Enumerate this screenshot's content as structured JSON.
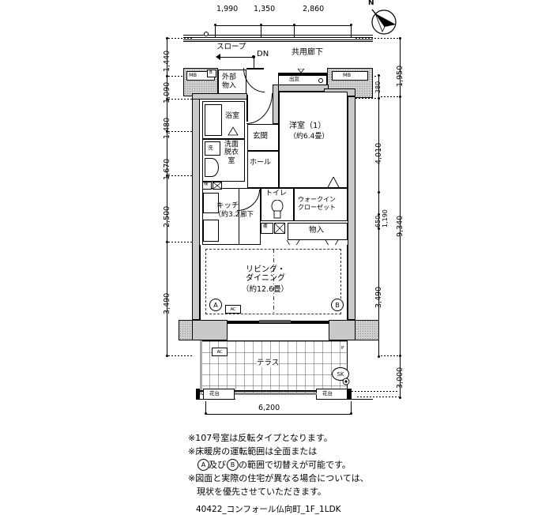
{
  "plan": {
    "caption": "40422_コンフォール仏向町_1F_1LDK",
    "compass": {
      "label": "N",
      "icon": "north-arrow-icon"
    }
  },
  "dimensions": {
    "top": [
      "1,990",
      "1,350",
      "2,860"
    ],
    "left": [
      "1,440",
      "1,090",
      "1,480",
      "1,670",
      "2,500",
      "3,490"
    ],
    "right_inner": [
      "380",
      "4,010",
      "650",
      "1,190",
      "3,490"
    ],
    "right_outer": [
      "1,950",
      "9,340",
      "3,000"
    ],
    "bottom": [
      "6,200"
    ]
  },
  "rooms": {
    "corridor_common": "共用廊下",
    "slope": "スロープ",
    "dn": "DN",
    "mb_left": "MB",
    "mb_left_b": "B",
    "mb_right": "MB",
    "outdoor_storage": "外部\n物入",
    "bay_window": "出窓",
    "bath": "浴室",
    "washer": "洗",
    "washroom": "洗面\n脱衣\n室",
    "entrance": "玄関",
    "hall": "ホール",
    "western_room": "洋室（1）",
    "western_room_size": "（約6.4畳）",
    "kitchen": "キッチン",
    "kitchen_size": "（約3.2畳）",
    "toilet": "トイレ",
    "inner_corridor": "廊下",
    "shelf": "棚",
    "walk_in_closet": "ウォークイン\nクローゼット",
    "storage": "物入",
    "living_dining": "リビング・\nダイニング",
    "living_dining_size": "（約12.6畳）",
    "terrace": "テラス",
    "flower_stand_left": "花台",
    "flower_stand_right": "花台",
    "sk": "SK",
    "ac_living": "AC",
    "ac_terrace": "AC",
    "zone_a": "A",
    "zone_b": "B",
    "p_mark": "P"
  },
  "notes": {
    "line1": "※107号室は反転タイプとなります。",
    "line2": "※床暖房の運転範囲は全面または",
    "line3_pre": "　",
    "line3_a": "A",
    "line3_mid": "及び",
    "line3_b": "B",
    "line3_post": "の範囲で切替えが可能です。",
    "line4": "※図面と実際の住宅が異なる場合については、",
    "line5": "　現状を優先させていただきます。"
  },
  "colors": {
    "wall": "#c9c9c9",
    "line": "#000000",
    "background": "#ffffff"
  }
}
